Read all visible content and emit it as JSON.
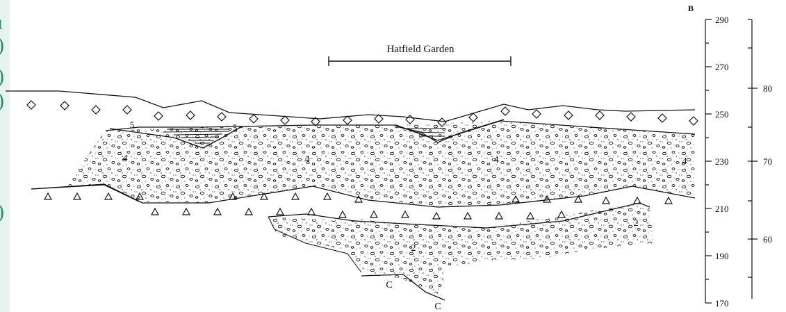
{
  "diagram": {
    "title": "Hatfield Garden",
    "section_end_label": "B",
    "bottom_label": "C",
    "unit_labels": {
      "unit5": "5",
      "unit4": "4",
      "unit2": "2"
    },
    "axis_left_ticks": [
      "290",
      "270",
      "250",
      "230",
      "210",
      "190",
      "170"
    ],
    "axis_right_ticks": [
      "80",
      "70",
      "60"
    ]
  },
  "colors": {
    "ink": "#111111",
    "edge_accent": "#2e8b64",
    "edge_bg": "#e6f3ee"
  }
}
